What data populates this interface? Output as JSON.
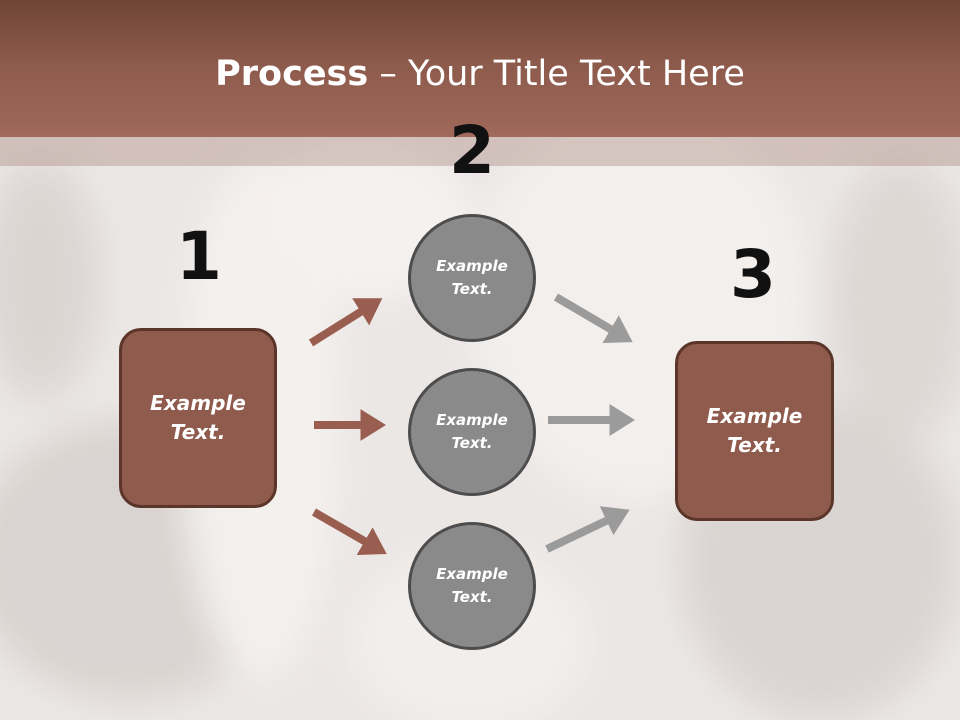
{
  "slide": {
    "title_bold": "Process",
    "title_rest": " – Your Title Text Here"
  },
  "steps": [
    {
      "number": "1",
      "text_line1": "Example",
      "text_line2": "Text."
    },
    {
      "number": "2"
    },
    {
      "number": "3",
      "text_line1": "Example",
      "text_line2": "Text."
    }
  ],
  "circles": [
    {
      "text_line1": "Example",
      "text_line2": "Text."
    },
    {
      "text_line1": "Example",
      "text_line2": "Text."
    },
    {
      "text_line1": "Example",
      "text_line2": "Text."
    }
  ],
  "colors": {
    "header": "#8c5a4b",
    "box_fill": "#8f5b4d",
    "box_border": "#5b3529",
    "circle_fill": "#8a8a8a",
    "circle_border": "#4d4d4d",
    "arrow_brown": "#9a5e50",
    "arrow_gray": "#9b9b9b"
  }
}
